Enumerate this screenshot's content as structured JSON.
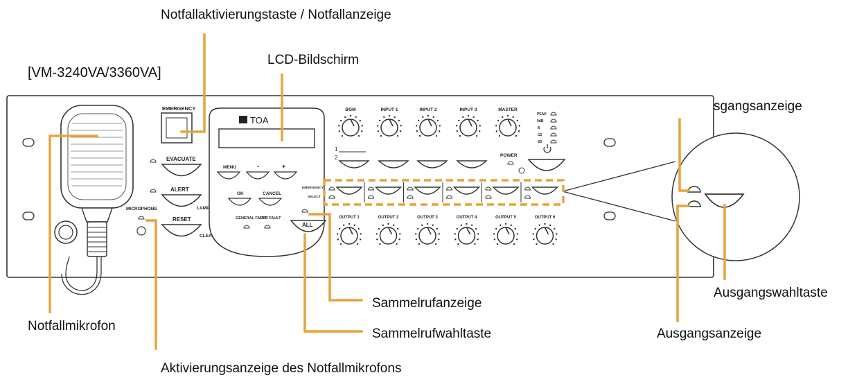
{
  "model_label": "[VM-3240VA/3360VA]",
  "brand_logo_text": "TOA",
  "callouts": {
    "emergency_key": "Notfallaktivierungstaste / Notfallanzeige",
    "lcd": "LCD-Bildschirm",
    "emergency_output_indicator": "Notfallausgangsanzeige",
    "emergency_mic": "Notfallmikrofon",
    "all_call_indicator": "Sammelrufanzeige",
    "all_call_key": "Sammelrufwahltaste",
    "mic_activation_indicator": "Aktivierungsanzeige des Notfallmikrofons",
    "output_select_key": "Ausgangswahltaste",
    "output_indicator": "Ausgangsanzeige"
  },
  "panel": {
    "emergency_label": "EMERGENCY",
    "evacuate_label": "EVACUATE",
    "alert_label": "ALERT",
    "lamp_test_label": "LAMP TEST",
    "reset_label": "RESET",
    "clear_label": "CLEAR",
    "microphone_label": "MICROPHONE",
    "menu_label": "MENU",
    "minus_label": "-",
    "plus_label": "+",
    "ok_label": "OK",
    "cancel_label": "CANCEL",
    "general_fault_label": "GENERAL FAULT",
    "cpu_fault_label": "CPU FAULT",
    "all_label": "ALL",
    "power_label": "POWER",
    "emergency_row_label": "EMERGENCY",
    "select_row_label": "SELECT",
    "one_label": "1",
    "two_label": "2",
    "input_knobs": [
      "BGM",
      "INPUT 1",
      "INPUT 2",
      "INPUT 3",
      "MASTER"
    ],
    "output_knobs": [
      "OUTPUT 1",
      "OUTPUT 2",
      "OUTPUT 3",
      "OUTPUT 4",
      "OUTPUT 5",
      "OUTPUT 6"
    ],
    "level_meter": [
      "PEAK",
      "0dB",
      "-6",
      "-12",
      "-20"
    ]
  },
  "colors": {
    "leader_line": "#E8A33C",
    "panel_outline": "#333333",
    "text": "#111111"
  }
}
